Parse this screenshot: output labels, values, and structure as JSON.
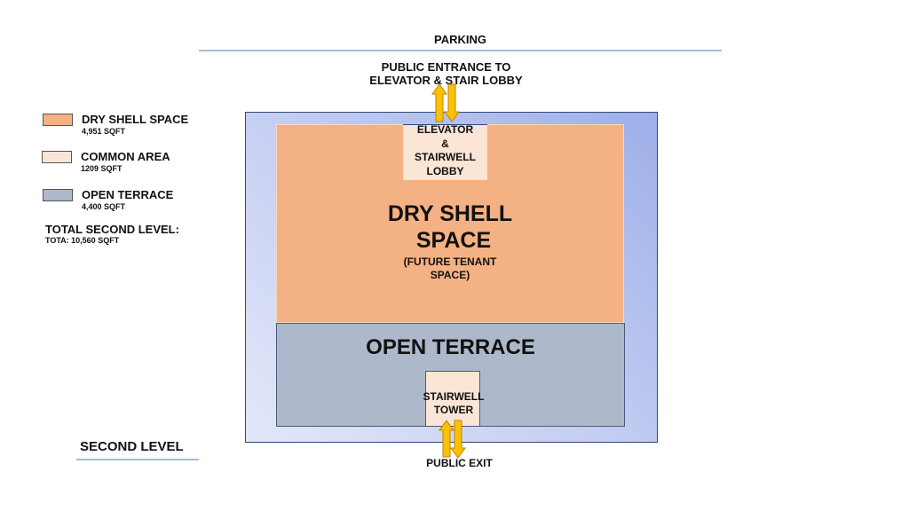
{
  "header": {
    "parking_label": "PARKING",
    "entrance_label_line1": "PUBLIC ENTRANCE TO",
    "entrance_label_line2": "ELEVATOR & STAIR LOBBY"
  },
  "legend": {
    "items": [
      {
        "label": "DRY SHELL SPACE",
        "area": "4,951 SQFT",
        "color": "#f4b183"
      },
      {
        "label": "COMMON AREA",
        "area": "1209 SQFT",
        "color": "#fbe5d6"
      },
      {
        "label": "OPEN TERRACE",
        "area": "4,400 SQFT",
        "color": "#adb9ca"
      }
    ],
    "total_label": "TOTAL SECOND LEVEL:",
    "total_value": "TOTA: 10,560 SQFT"
  },
  "plan": {
    "dry_shell_line1": "DRY SHELL",
    "dry_shell_line2": "SPACE",
    "dry_shell_note_line1": "(FUTURE TENANT",
    "dry_shell_note_line2": "SPACE)",
    "lobby_line1": "ELEVATOR",
    "lobby_line2": "&",
    "lobby_line3": "STAIRWELL",
    "lobby_line4": "LOBBY",
    "terrace_label": "OPEN TERRACE",
    "stair_line1": "STAIRWELL",
    "stair_line2": "TOWER"
  },
  "footer": {
    "exit_label": "PUBLIC EXIT",
    "level_label": "SECOND LEVEL"
  },
  "colors": {
    "arrow": "#ffc000",
    "arrow_stroke": "#b8860b",
    "outline": "#2f4a7a"
  }
}
